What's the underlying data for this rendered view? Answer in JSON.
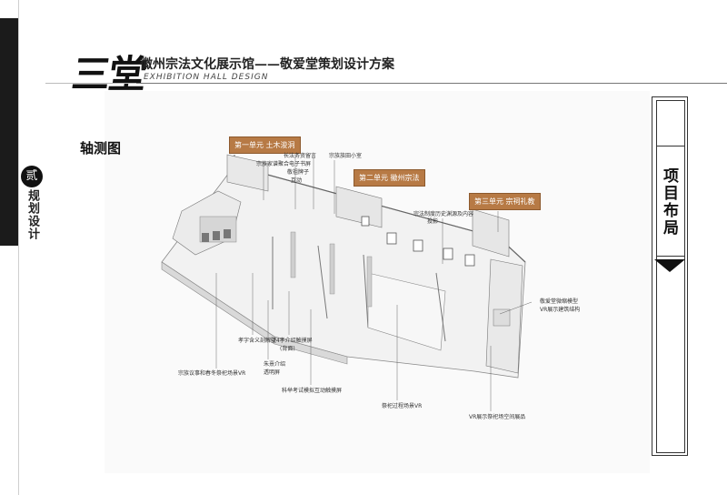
{
  "header": {
    "logo_text": "三堂",
    "title": "徽州宗法文化展示馆——敬爱堂策划设计方案",
    "subtitle": "EXHIBITION HALL DESIGN"
  },
  "sidebar": {
    "badge": "贰",
    "section": "规划设计"
  },
  "right_panel": {
    "title": "项目布局"
  },
  "drawing": {
    "label": "轴测图",
    "units": [
      "第三单元 宗祠礼教",
      "第二单元 徽州宗法",
      "第一单元 土木浚洞"
    ],
    "notes": {
      "n1": "长法务资留言",
      "n2": "宗族家谱聚合电子书屏",
      "n3": "宗族族田小室",
      "n4": "敬祖牌子",
      "n5": "互动",
      "n6": "宗法制度历史渊源及内容",
      "n7": "投影",
      "n8": "敬爱堂微缩模型",
      "n9": "VR展示建筑结构",
      "n10": "孝字含义剖解壁",
      "n11": "24孝介绍触摸屏",
      "n12": "(背面)",
      "n13": "朱熹介绍",
      "n14": "透明屏",
      "n15": "宗族议事和春冬祭祀场景VR",
      "n16": "科举考试模拟互动触摸屏",
      "n17": "祭祀过程场景VR",
      "n18": "VR展示祭祀场空间展品"
    }
  },
  "colors": {
    "accent": "#b77a45",
    "dark": "#1b1b1b"
  }
}
